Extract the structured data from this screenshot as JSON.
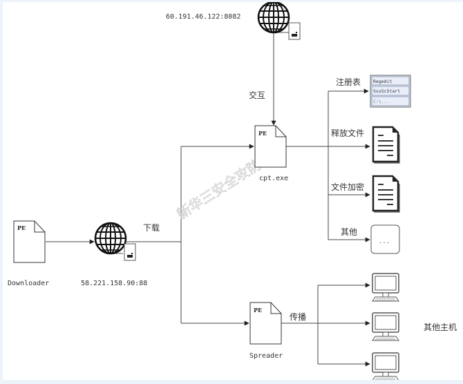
{
  "diagram": {
    "nodes": {
      "downloader": {
        "label": "Downloader",
        "badge": "PE"
      },
      "server_download": {
        "label": "58.221.158.90:88"
      },
      "server_c2": {
        "label": "60.191.46.122:8082"
      },
      "cpt": {
        "label": "cpt.exe",
        "badge": "PE"
      },
      "spreader": {
        "label": "Spreader",
        "badge": "PE"
      },
      "registry": {
        "rows": [
          "Regedit",
          "SssScStart",
          "C:\\..."
        ]
      },
      "other": {
        "text": "..."
      },
      "other_hosts": {
        "label": "其他主机"
      }
    },
    "edges": {
      "download": "下载",
      "interact": "交互",
      "registry": "注册表",
      "release_file": "释放文件",
      "file_encrypt": "文件加密",
      "other": "其他",
      "spread": "传播"
    },
    "watermark": "新华三安全攻防团队"
  }
}
